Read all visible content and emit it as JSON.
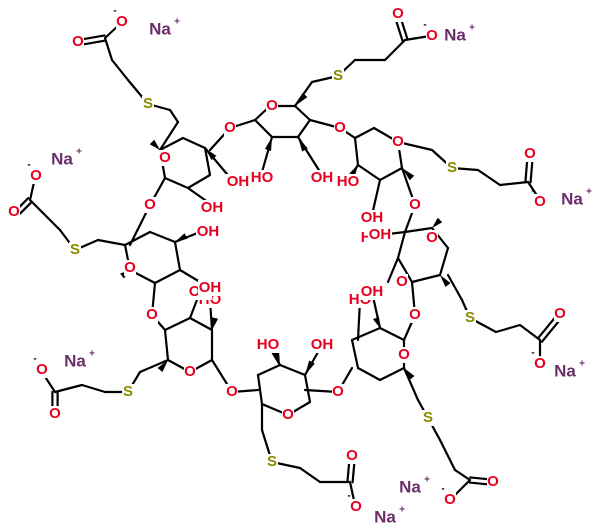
{
  "labels": {
    "oxygen": "O",
    "sulfur": "S",
    "hydroxyl_left": "HO",
    "hydroxyl_right": "OH",
    "sodium": "Na",
    "plus": "+",
    "minus": "-"
  },
  "colors": {
    "bond": "#000000",
    "oxygen": "#e8001f",
    "sulfur": "#8a8a00",
    "sodium": "#6a2f6b"
  }
}
